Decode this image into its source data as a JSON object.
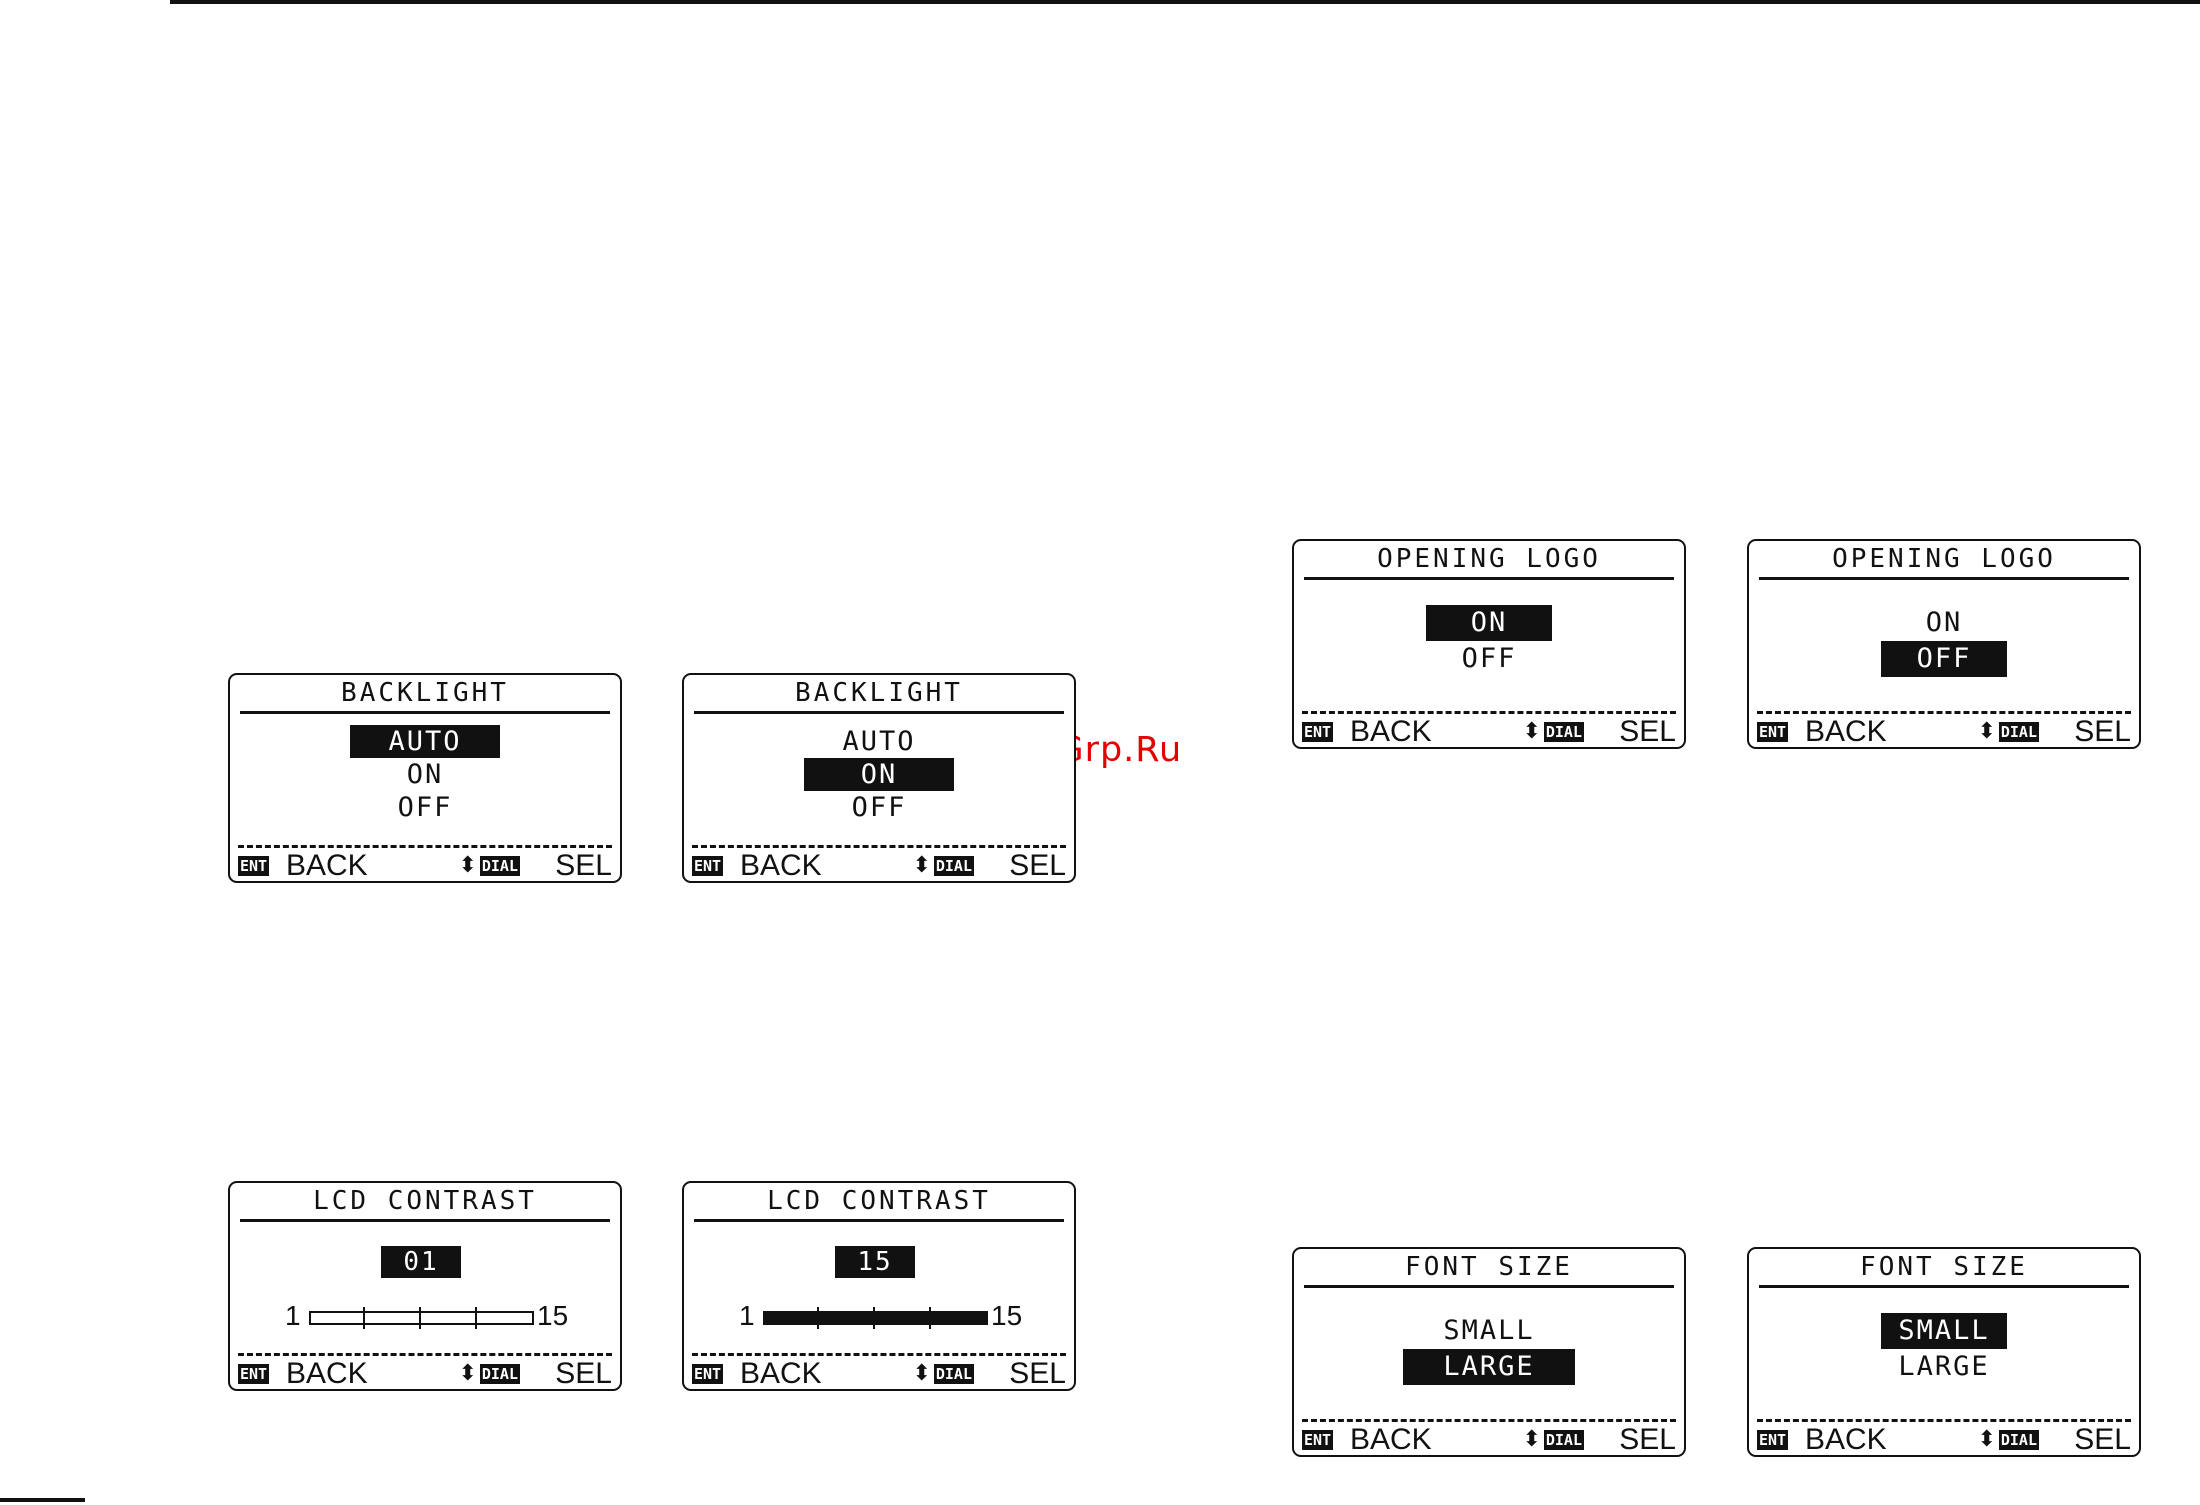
{
  "watermark": "McGrp.Ru",
  "footer": {
    "ent_label": "ENT",
    "back_label": "BACK",
    "arrows": "⬍",
    "dial_label": "DIAL",
    "sel_label": "SEL"
  },
  "screens": {
    "backlight_auto": {
      "title": "BACKLIGHT",
      "options": [
        "AUTO",
        "ON",
        "OFF"
      ],
      "selected": "AUTO"
    },
    "backlight_on": {
      "title": "BACKLIGHT",
      "options": [
        "AUTO",
        "ON",
        "OFF"
      ],
      "selected": "ON"
    },
    "contrast_min": {
      "title": "LCD CONTRAST",
      "value": "01",
      "scale_min": "1",
      "scale_max": "15",
      "level": 0.0
    },
    "contrast_max": {
      "title": "LCD CONTRAST",
      "value": "15",
      "scale_min": "1",
      "scale_max": "15",
      "level": 1.0
    },
    "logo_on": {
      "title": "OPENING LOGO",
      "options": [
        "ON",
        "OFF"
      ],
      "selected": "ON"
    },
    "logo_off": {
      "title": "OPENING LOGO",
      "options": [
        "ON",
        "OFF"
      ],
      "selected": "OFF"
    },
    "font_large": {
      "title": "FONT SIZE",
      "options": [
        "SMALL",
        "LARGE"
      ],
      "selected": "LARGE"
    },
    "font_small": {
      "title": "FONT SIZE",
      "options": [
        "SMALL",
        "LARGE"
      ],
      "selected": "SMALL"
    }
  }
}
